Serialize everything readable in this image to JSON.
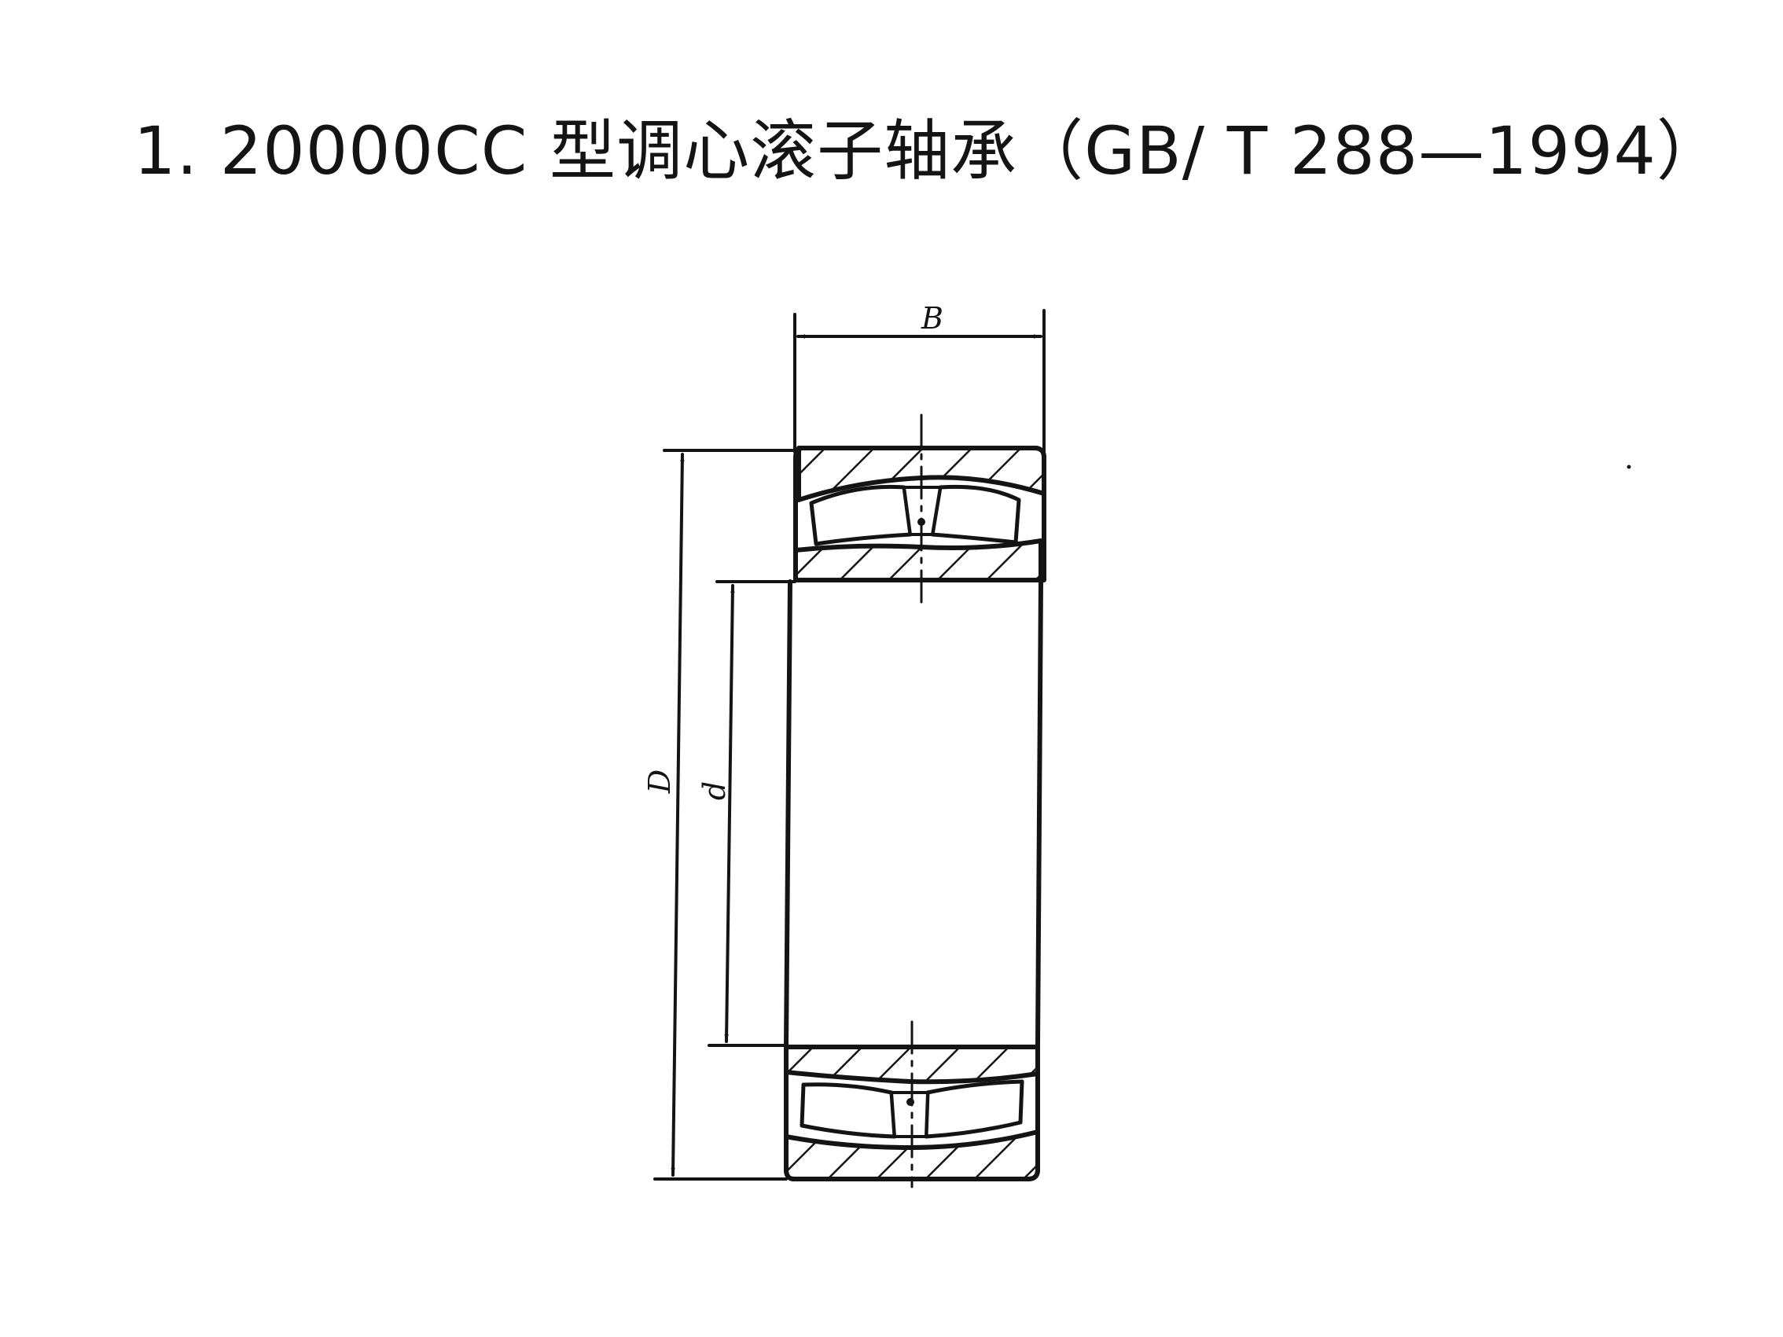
{
  "title": "1. 20000CC 型调心滚子轴承（GB/ T 288—1994）",
  "dimensions": {
    "width_symbol": "B",
    "outer_diameter_symbol": "D",
    "bore_symbol": "d"
  },
  "colors": {
    "ink": "#141414",
    "background": "#ffffff"
  }
}
